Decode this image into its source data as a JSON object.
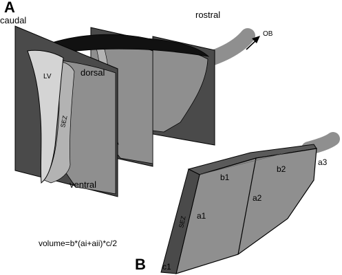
{
  "panel_a": {
    "letter": "A",
    "orientation": {
      "caudal": "caudal",
      "rostral": "rostral"
    },
    "labels": {
      "lv": "LV",
      "dorsal": "dorsal",
      "sez": "SEZ",
      "ventral": "ventral",
      "ob": "OB"
    }
  },
  "panel_b": {
    "letter": "B",
    "labels": {
      "sez": "SEZ",
      "a1": "a1",
      "a2": "a2",
      "a3": "a3",
      "b1": "b1",
      "b2": "b2",
      "c1": "c1"
    },
    "formula": "volume=b*(ai+aii)*c/2"
  },
  "colors": {
    "slice_dark": "#4a4a4a",
    "tissue_gray": "#8f8f8f",
    "sez_light": "#b3b3b3",
    "ventricle": "#d4d4d4",
    "dorsal_black": "#111111",
    "background": "#ffffff"
  }
}
